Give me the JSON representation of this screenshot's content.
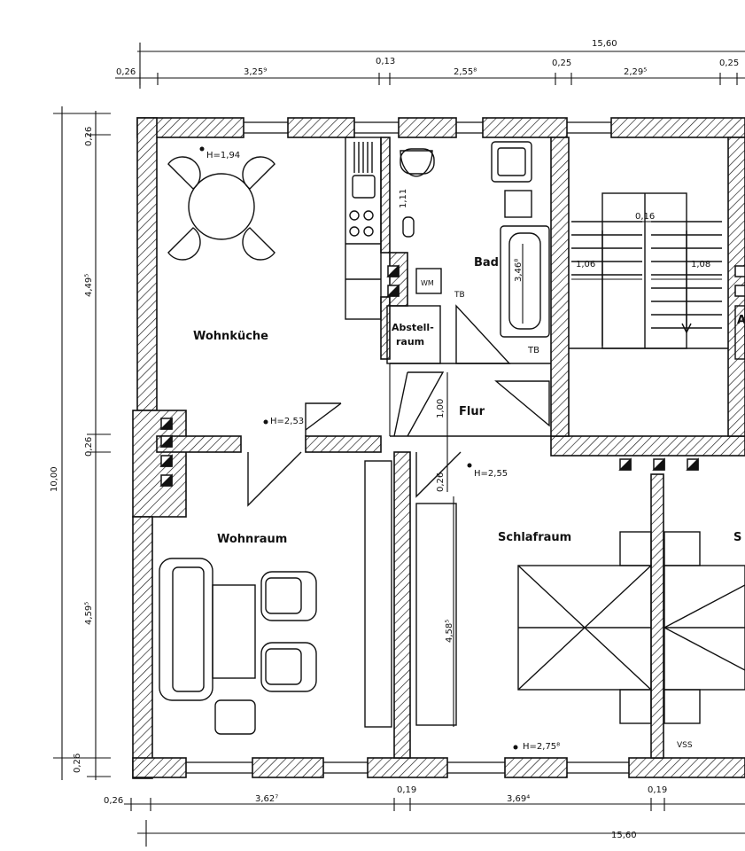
{
  "rooms": {
    "wohnkueche": "Wohnküche",
    "bad": "Bad",
    "abstellraum_line1": "Abstell-",
    "abstellraum_line2": "raum",
    "flur": "Flur",
    "wohnraum": "Wohnraum",
    "schlafraum": "Schlafraum",
    "cut_right_1": "S",
    "cut_right_2": "A"
  },
  "heights": {
    "wohnkueche_table": "H=1,94",
    "wohnkueche": "H=2,53",
    "flur": "H=2,55",
    "schlafraum": "H=2,75⁸"
  },
  "fixtures": {
    "wm": "WM",
    "tb1": "TB",
    "tb2": "TB",
    "vss": "VSS"
  },
  "dimensions": {
    "top_total": "15,60",
    "top_1": "0,26",
    "top_2": "3,25⁹",
    "top_3": "0,13",
    "top_4": "2,55⁸",
    "top_5": "0,25",
    "top_6": "2,29⁵",
    "top_7": "0,25",
    "left_total": "10,00",
    "left_1": "0,26",
    "left_2": "4,49⁵",
    "left_3": "0,26",
    "left_4": "4,59⁵",
    "left_5": "0,26",
    "bottom_1": "0,26",
    "bottom_2": "3,62⁷",
    "bottom_3": "0,19",
    "bottom_4": "3,69⁴",
    "bottom_5": "0,19",
    "bottom_total": "15,60",
    "inner_bad_window": "1,11",
    "inner_bathtub": "3,46⁸",
    "inner_flur": "1,00",
    "inner_wall": "0,26",
    "inner_wardrobe": "4,58⁵",
    "stair_gap": "0,16",
    "stair_left": "1,06",
    "stair_right": "1,08"
  },
  "colors": {
    "line": "#111111",
    "background": "#ffffff"
  }
}
